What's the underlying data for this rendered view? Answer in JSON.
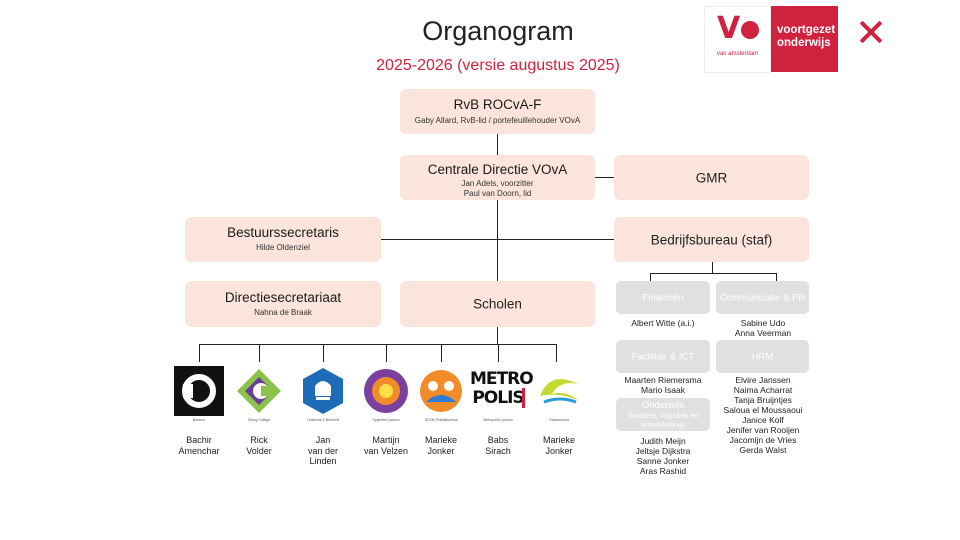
{
  "header": {
    "title": "Organogram",
    "subtitle": "2025-2026 (versie augustus 2025)"
  },
  "logos": {
    "vova_subtext": "van amsterdam",
    "vo_line1": "voortgezet",
    "vo_line2": "onderwijs"
  },
  "nodes": {
    "rvb": {
      "title": "RvB ROCvA-F",
      "sub": "Gaby Allard, RvB-lid / portefeuillehouder VOvA"
    },
    "cd": {
      "title": "Centrale Directie VOvA",
      "sub1": "Jan Adels, voorzitter",
      "sub2": "Paul van Doorn, lid"
    },
    "gmr": {
      "title": "GMR"
    },
    "bs": {
      "title": "Bestuurssecretaris",
      "sub": "Hilde Oldenziel"
    },
    "bb": {
      "title": "Bedrijfsbureau (staf)"
    },
    "ds": {
      "title": "Directiesecretariaat",
      "sub": "Nahna de Braak"
    },
    "scholen": {
      "title": "Scholen"
    }
  },
  "departments": {
    "fin": {
      "label": "Financiën",
      "names": [
        "Albert Witte (a.i.)"
      ]
    },
    "com": {
      "label": "Communicatie & PR",
      "names": [
        "Sabine Udo",
        "Anna Veerman"
      ]
    },
    "fac": {
      "label": "Facilitair & ICT",
      "names": [
        "Maarten Riemersma",
        "Mario Isaak"
      ]
    },
    "hrm": {
      "label": "HRM",
      "names": [
        "Elvire Janssen",
        "Naima Acharrat",
        "Tanja Bruijntjes",
        "Saloua el Moussaoui",
        "Janice Kolf",
        "Jenifer van Rooijen",
        "Jacomijn de Vries",
        "Gerda Walst"
      ]
    },
    "ond": {
      "label1": "Onderwijs",
      "label2": "(kwaliteit, logistiek en",
      "label3": "ontwikkeling)",
      "names": [
        "Judith Meijn",
        "Jeltsje Dijkstra",
        "Sanne Jonker",
        "Aras Rashid"
      ]
    }
  },
  "schools": [
    {
      "logo_text": "Bredero",
      "person1": "Bachir",
      "person2": "Amenchar",
      "color": "#111111"
    },
    {
      "logo_text": "Cburg College",
      "person1": "Rick",
      "person2": "Volder",
      "color": "#8bc34a"
    },
    {
      "logo_text": "Hubertus & Berkhoff",
      "person1": "Jan",
      "person2": "van der Linden",
      "color": "#1e6bb8"
    },
    {
      "logo_text": "Hyperion Lyceum",
      "person1": "Martijn",
      "person2": "van Velzen",
      "color": "#7b3fa0"
    },
    {
      "logo_text": "IJDOK Praktijkschool",
      "person1": "Marieke",
      "person2": "Jonker",
      "color": "#f28c28"
    },
    {
      "logo_text": "Metropolis Lyceum",
      "logo_big1": "METRO",
      "logo_big2": "POLIS",
      "person1": "Babs",
      "person2": "Sirach",
      "color": "#111111"
    },
    {
      "logo_text": "Tobiasschool",
      "person1": "Marieke",
      "person2": "Jonker",
      "color": "#c6d92e"
    }
  ]
}
